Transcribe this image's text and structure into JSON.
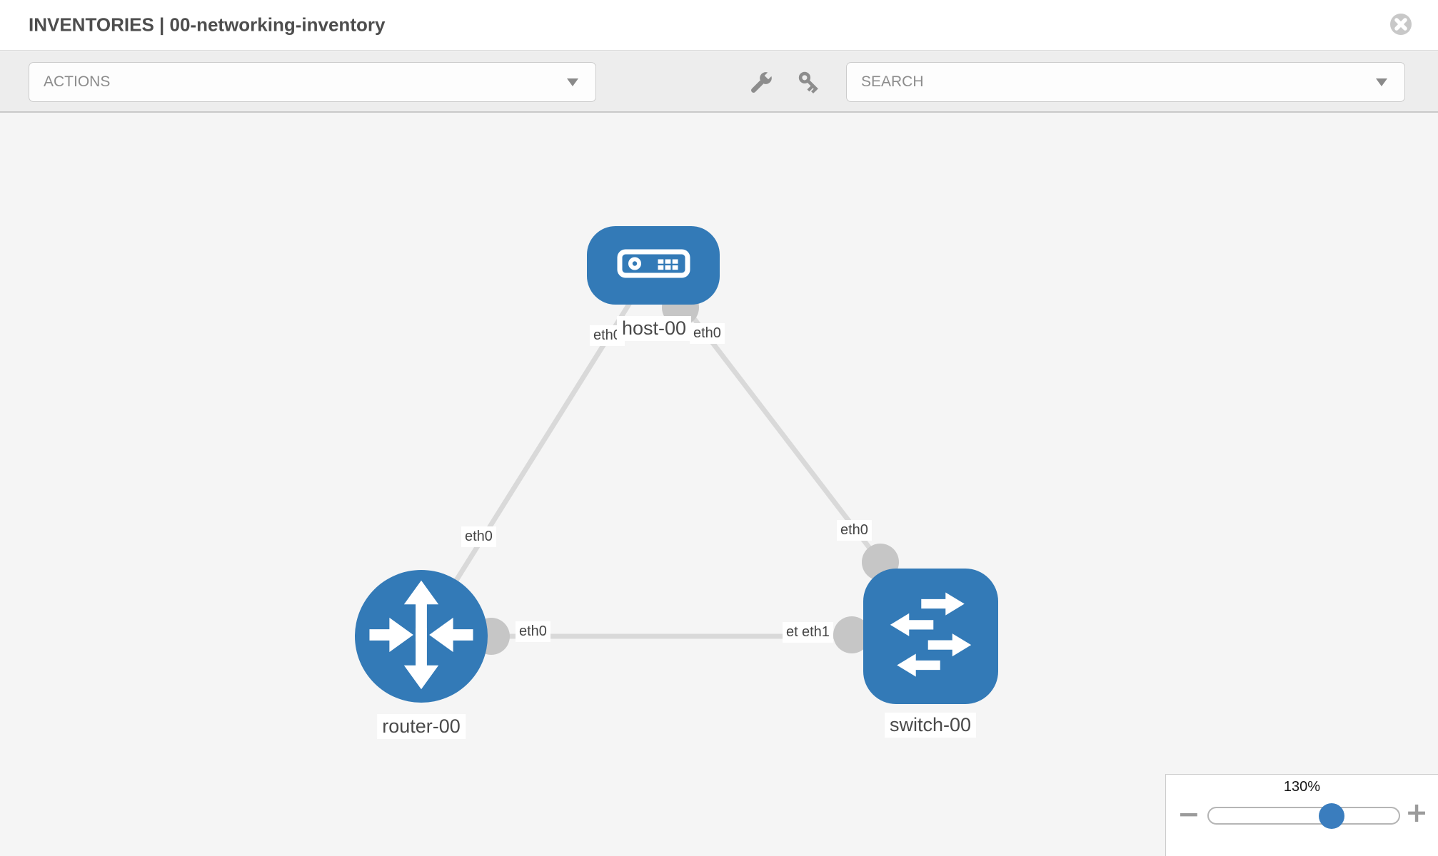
{
  "window": {
    "title": "INVENTORIES | 00-networking-inventory"
  },
  "header": {
    "close_icon": "circle-x"
  },
  "toolbar": {
    "actions_dropdown": {
      "label": "ACTIONS",
      "caret_icon": "chevron-down"
    },
    "wrench_icon": "wrench",
    "key_icon": "key",
    "search_dropdown": {
      "placeholder": "SEARCH",
      "caret_icon": "chevron-down"
    }
  },
  "topology": {
    "nodes": [
      {
        "id": "host-00",
        "type": "host",
        "label": "host-00",
        "icon": "host-icon"
      },
      {
        "id": "router-00",
        "type": "router",
        "label": "router-00",
        "icon": "router-icon"
      },
      {
        "id": "switch-00",
        "type": "switch",
        "label": "switch-00",
        "icon": "switch-icon"
      }
    ],
    "links": [
      {
        "source": "host-00",
        "target": "router-00",
        "source_interface": "eth0",
        "target_interface": "eth0"
      },
      {
        "source": "host-00",
        "target": "switch-00",
        "source_interface": "eth0",
        "target_interface": "eth0"
      },
      {
        "source": "router-00",
        "target": "switch-00",
        "source_interface": "eth0",
        "target_interface": "eth1"
      }
    ],
    "interface_labels": [
      {
        "text": "eth0",
        "position": "host-bottom-left"
      },
      {
        "text": "eth0",
        "position": "host-bottom-right"
      },
      {
        "text": "eth0",
        "position": "link-host-router-mid"
      },
      {
        "text": "eth0",
        "position": "link-host-switch-mid"
      },
      {
        "text": "eth0",
        "position": "router-right"
      },
      {
        "text": "eth0",
        "position": "switch-left-under"
      },
      {
        "text": "eth1",
        "position": "switch-left-over"
      }
    ]
  },
  "zoom_control": {
    "level": "130%",
    "percent": 130,
    "minus_label": "−",
    "plus_label": "+"
  },
  "colors": {
    "node_fill": "#337ab7",
    "link": "#d9d9d9",
    "interface_dot": "#c6c6c6",
    "canvas_bg": "#f5f5f5",
    "toolbar_bg": "#ededed",
    "slider_thumb": "#3a7dbe"
  }
}
